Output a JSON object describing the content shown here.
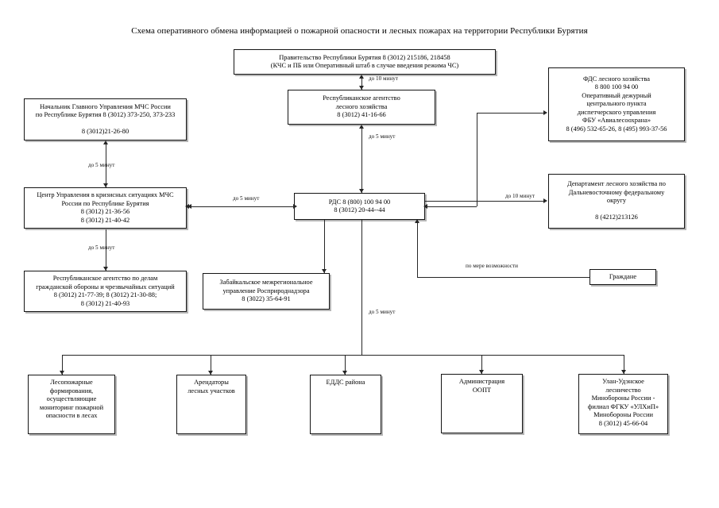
{
  "title": "Схема оперативного обмена информацией о пожарной опасности и лесных пожарах на территории Республики Бурятия",
  "diagram_type": "flowchart",
  "nodes": {
    "government": {
      "label": "Правительство Республики Бурятия  8 (3012) 215186, 218458\n(КЧС и ПБ или Оперативный штаб в случае введения режима ЧС)"
    },
    "forestry_agency": {
      "label": "Республиканское агентство\nлесного хозяйства\n8 (3012) 41-16-66"
    },
    "fds_forestry": {
      "label": "ФДС лесного хозяйства\n8 800 100 94 00\nОперативный дежурный\nцентрального пункта\nдиспетчерского управления\nФБУ «Авиалесоохрана»\n8 (496) 532-65-26, 8 (495) 993-37-56"
    },
    "emercom_chief": {
      "label": "Начальник Главного Управления МЧС России\nпо Республике Бурятия 8 (3012) 373-250, 373-233\n\n8 (3012)21-26-80"
    },
    "crisis_center": {
      "label": "Центр Управления в кризисных ситуациях МЧС\nРоссии по Республике Бурятия\n8 (3012) 21-36-56\n8 (3012) 21-40-42"
    },
    "civil_defense_agency": {
      "label": "Республиканское агентство по делам\nгражданской обороны и чрезвычайных ситуаций\n8 (3012) 21-77-39; 8 (3012) 21-30-88;\n8 (3012) 21-40-93"
    },
    "rds": {
      "label": "РДС 8 (800) 100 94 00\n8 (3012) 20-44--44"
    },
    "far_east_department": {
      "label": "Департамент лесного хозяйства по\nДальневосточному федеральному\nокругу\n\n8 (4212)213126"
    },
    "rosprirodnadzor": {
      "label": "Забайкальское межрегиональное\nуправление Росприроднадзора\n8 (3022) 35-64-91"
    },
    "citizens": {
      "label": "Граждане"
    },
    "fire_units": {
      "label": "Лесопожарные\nформирования,\nосуществляющие\nмониторинг пожарной\nопасности в лесах"
    },
    "tenants": {
      "label": "Арендаторы\nлесных участков"
    },
    "eds_district": {
      "label": "ЕДДС района"
    },
    "oopt_admin": {
      "label": "Администрация\nООПТ"
    },
    "ulan_ude_forestry": {
      "label": "Улан-Удэнское\nлесничество\nМинобороны России -\nфилиал ФГКУ «УЛХиП»\nМинобороны России\n8 (3012) 45-66-04"
    }
  },
  "edge_labels": {
    "gov_to_agency": "до 10 минут",
    "agency_to_rds": "до 5 минут",
    "chief_to_crisis": "до 5 минут",
    "crisis_to_rds": "до 5 минут",
    "crisis_to_civil": "до 5 минут",
    "rds_to_fareast": "до 10 минут",
    "citizens_to_rds": "по мере возможности",
    "rds_to_bottom": "до 5 минут"
  },
  "colors": {
    "line": "#262626",
    "box_border": "#151515",
    "box_shadow": "#b6b6b6",
    "background": "#ffffff"
  }
}
